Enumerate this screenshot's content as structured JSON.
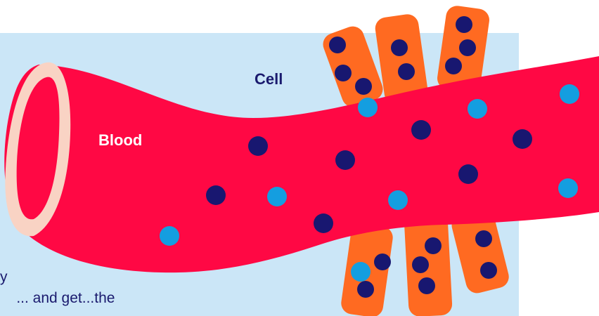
{
  "labels": {
    "cell": "Cell",
    "blood": "Blood",
    "cut_off_text_line1": "y",
    "cut_off_text_line2": "    ... and get...the"
  },
  "colors": {
    "tissue_background": "#cbe6f7",
    "blood_vessel": "#ff0844",
    "vessel_wall": "#f9d3c4",
    "cell_body": "#ff6a21",
    "dark_particle": "#181770",
    "light_particle": "#149ee0"
  },
  "legend_semantics": {
    "dark_particle": "dark-blue-particle-icon",
    "light_particle": "light-blue-particle-icon"
  }
}
